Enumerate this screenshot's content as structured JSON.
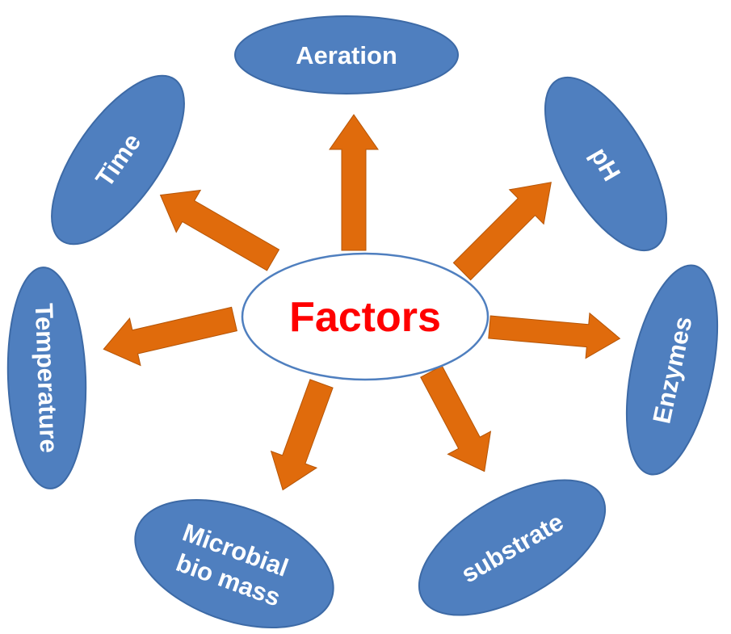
{
  "colors": {
    "node_fill": "#4f7fbf",
    "node_text": "#ffffff",
    "center_text": "#ff0000",
    "arrow_fill": "#e06b0c"
  },
  "center": {
    "label": "Factors"
  },
  "nodes": [
    {
      "id": "aeration",
      "lines": [
        "Aeration"
      ]
    },
    {
      "id": "ph",
      "lines": [
        "pH"
      ]
    },
    {
      "id": "enzymes",
      "lines": [
        "Enzymes"
      ]
    },
    {
      "id": "substrate",
      "lines": [
        "substrate"
      ]
    },
    {
      "id": "microbial-bio-mass",
      "lines": [
        "Microbial",
        "bio mass"
      ]
    },
    {
      "id": "temperature",
      "lines": [
        "Temperature"
      ]
    },
    {
      "id": "time",
      "lines": [
        "Time"
      ]
    }
  ]
}
